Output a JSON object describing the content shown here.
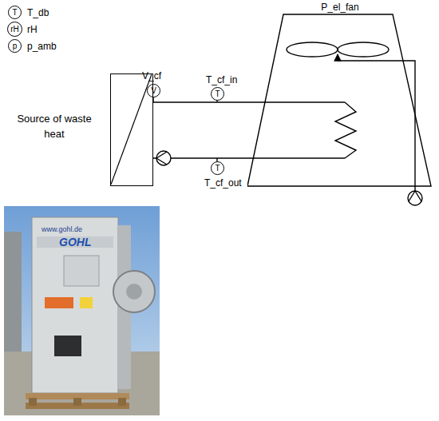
{
  "diagram": {
    "nodes": [
      {
        "text": [
          "T"
        ]
      },
      {
        "text": [
          "rH"
        ]
      },
      {
        "text": [
          "p"
        ]
      },
      {
        "text": [
          "P_el_fan"
        ]
      },
      {
        "text": [
          "V"
        ]
      },
      {
        "text": [
          "T"
        ]
      },
      {
        "text": [
          "Source of waste heat"
        ]
      },
      {
        "text": [
          "T"
        ]
      }
    ],
    "edges": [
      {
        "from": 6,
        "to": 3,
        "arrow": "none"
      },
      {
        "from": 6,
        "to": 3,
        "arrow": "none"
      }
    ],
    "labels": [
      "T_db",
      "rH",
      "p_amb",
      "V_cf",
      "T_cf_in",
      "T_cf_out",
      "www.gohl.de",
      "GOHL"
    ]
  }
}
